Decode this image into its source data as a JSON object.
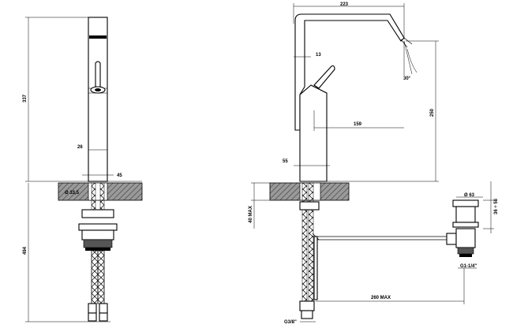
{
  "dimensions": {
    "total_height": "337",
    "below_deck": "494",
    "spout_width": "26",
    "body_width": "45",
    "base_hole": "Ø 33,5",
    "reach_top": "223",
    "lever_offset": "13",
    "spout_angle": "30°",
    "spout_height": "250",
    "reach": "159",
    "body_depth": "55",
    "deck_max": "40 MAX",
    "waste_dia": "Ø 63",
    "waste_height": "36 ÷ 58",
    "waste_thread": "G1-1/4\"",
    "rod_length": "260 MAX",
    "hose_thread": "G3/8\""
  }
}
